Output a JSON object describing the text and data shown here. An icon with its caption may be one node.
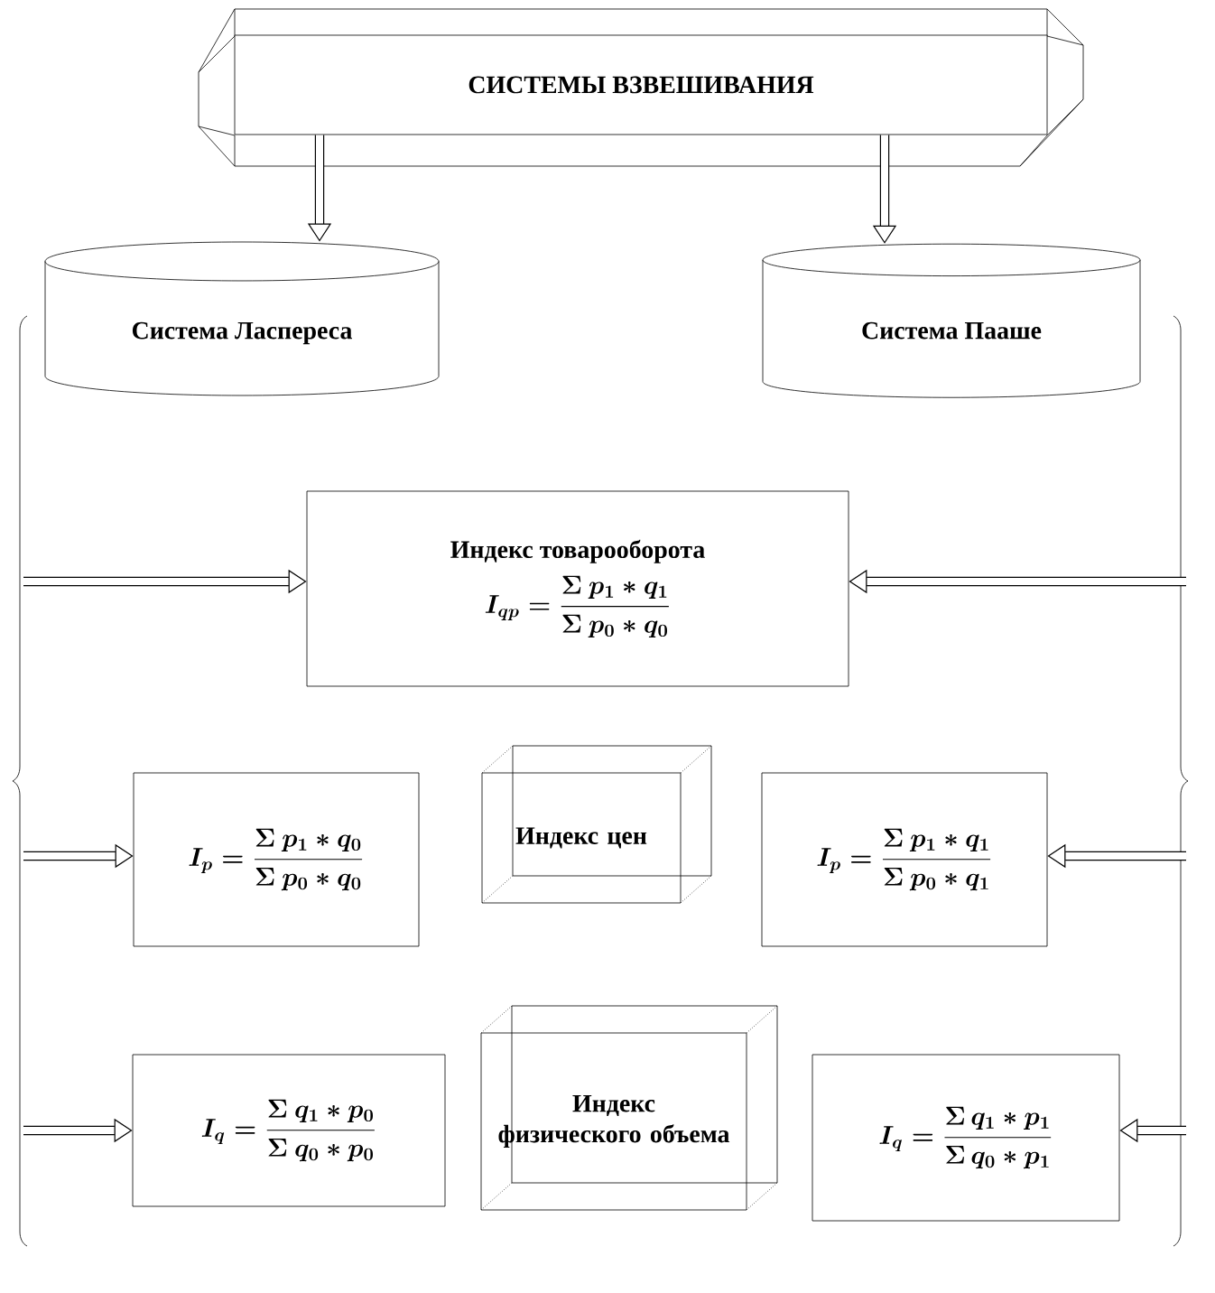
{
  "diagram": {
    "nodes": [
      {
        "text": [
          "СИСТЕМЫ ВЗВЕШИВАНИЯ"
        ]
      },
      {
        "text": [
          "Система Ласпереса"
        ]
      },
      {
        "text": [
          "Система Пааше"
        ]
      },
      {
        "text": [
          "Индекс товарооборота",
          "I_{qp} = \\frac{\\Sigma\\ p_1 * q_1}{\\Sigma\\ p_0 * q_0}"
        ]
      },
      {
        "text": [
          "I_{p} = \\frac{\\Sigma\\ p_1 * q_0}{\\Sigma\\ p_0 * q_0}"
        ]
      },
      {
        "text": [
          "Индекс цен"
        ]
      },
      {
        "text": [
          "I_{p} = \\frac{\\Sigma\\ p_1 * q_1}{\\Sigma\\ p_0 * q_1}"
        ]
      },
      {
        "text": [
          "I_{q} = \\frac{\\Sigma\\ q_1 * p_0}{\\Sigma\\ q_0 * p_0}"
        ]
      },
      {
        "text": [
          "Индекс физического объема"
        ]
      },
      {
        "text": [
          "I_{q} = \\frac{\\Sigma\\, q_1 * p_1}{\\Sigma\\, q_0 * p_1}"
        ]
      }
    ],
    "edges": [
      {
        "from": 0,
        "to": 1,
        "arrow": "to"
      },
      {
        "from": 0,
        "to": 2,
        "arrow": "to"
      },
      {
        "from": null,
        "to": 3,
        "arrow": "to"
      },
      {
        "from": null,
        "to": 3,
        "arrow": "to"
      },
      {
        "from": null,
        "to": 4,
        "arrow": "to"
      },
      {
        "from": null,
        "to": 6,
        "arrow": "to"
      },
      {
        "from": null,
        "to": 7,
        "arrow": "to"
      },
      {
        "from": null,
        "to": 9,
        "arrow": "to"
      }
    ]
  }
}
